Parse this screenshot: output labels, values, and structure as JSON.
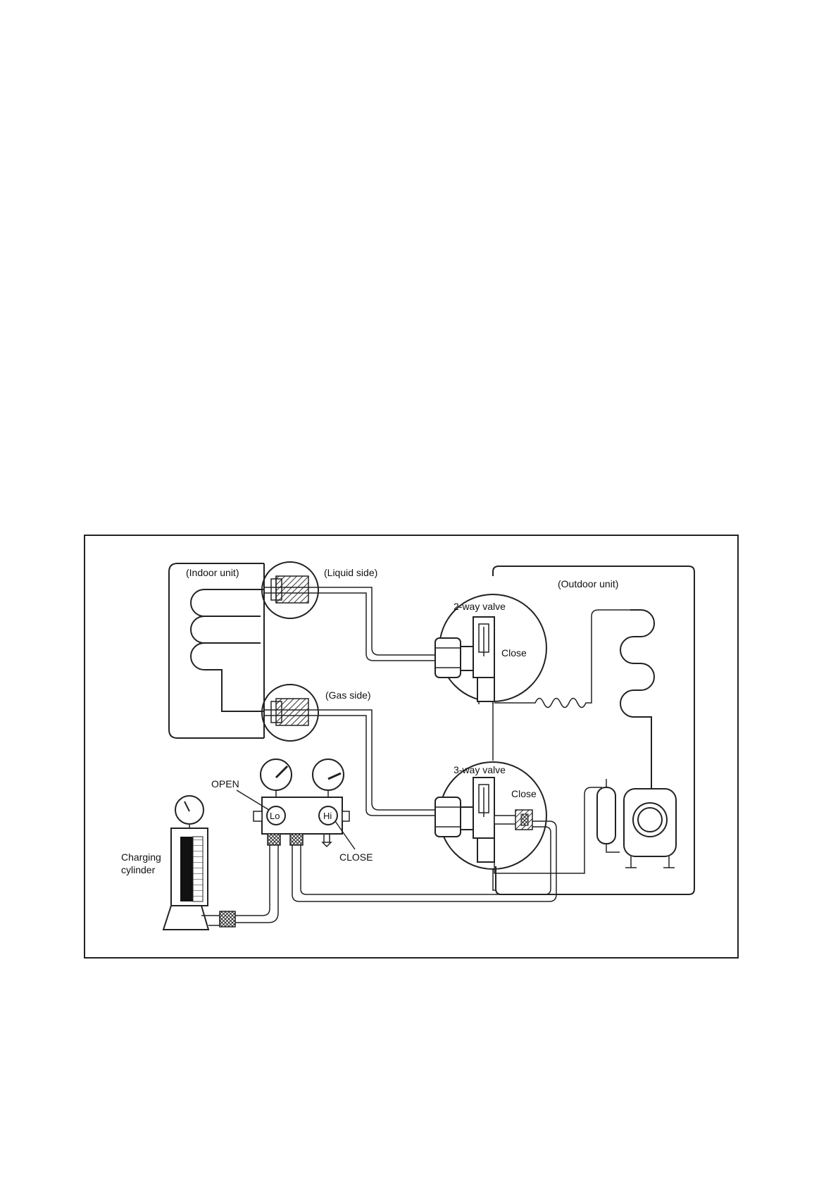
{
  "labels": {
    "indoor_unit": "(Indoor unit)",
    "liquid_side": "(Liquid side)",
    "gas_side": "(Gas side)",
    "outdoor_unit": "(Outdoor unit)",
    "two_way_valve": "2-way valve",
    "two_way_close": "Close",
    "three_way_valve": "3-way valve",
    "three_way_close": "Close",
    "open": "OPEN",
    "lo": "Lo",
    "hi": "Hi",
    "close": "CLOSE",
    "charging_line1": "Charging",
    "charging_line2": "cylinder"
  },
  "colors": {
    "line": "#222222",
    "hatch": "#333333",
    "background": "#ffffff"
  },
  "icons": [
    "pressure-gauge-icon",
    "compressor-icon",
    "valve-icon"
  ]
}
